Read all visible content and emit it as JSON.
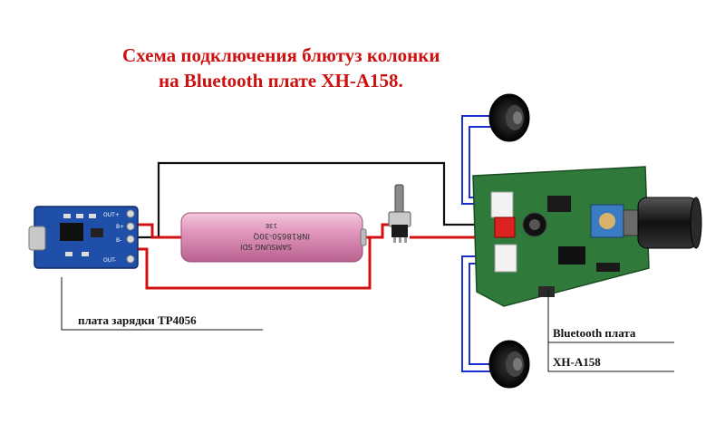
{
  "title": {
    "line1": "Схема подключения блютуз колонки",
    "line2": "на Bluetooth плате XH-A158."
  },
  "labels": {
    "charger": "плата зарядки TP4056",
    "bt_line1": "Bluetooth плата",
    "bt_line2": "XH-A158"
  },
  "battery": {
    "line1": "SAMSUNG SDI",
    "line2": "INR18650-30Q",
    "line3": "13E"
  },
  "charger_board": {
    "pin_out_plus": "OUT+",
    "pin_b_plus": "B+",
    "pin_b_minus": "B-",
    "pin_out_minus": "OUT-"
  },
  "colors": {
    "title": "#cc1111",
    "wire_red": "#d11111",
    "wire_black": "#111111",
    "wire_blue": "#1a2fd0",
    "battery": "#e39ac0",
    "pcb_blue": "#1f4fa8",
    "pcb_green": "#2f7a3a"
  }
}
